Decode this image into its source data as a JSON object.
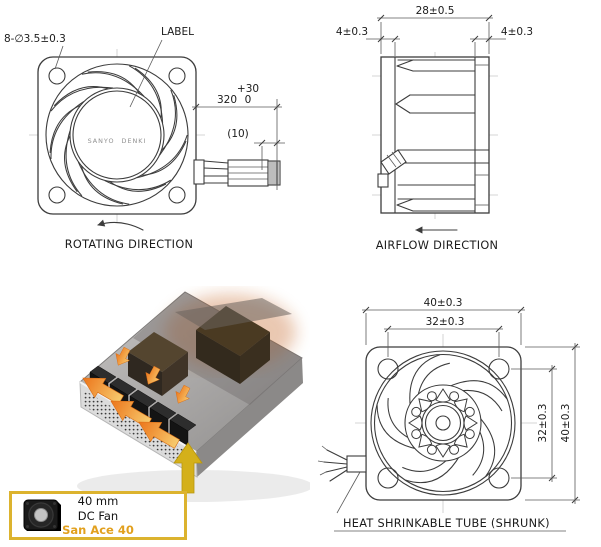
{
  "front_view": {
    "callout_holes": "8-∅3.5±0.3",
    "callout_label": "LABEL",
    "hub_brand": "SANYO DENKI",
    "dim_lead_length": "320",
    "dim_lead_tol_plus": "+30",
    "dim_lead_tol_minus": "0",
    "dim_connector": "(10)",
    "caption": "ROTATING DIRECTION"
  },
  "side_view": {
    "dim_depth": "28±0.5",
    "dim_flange_left": "4±0.3",
    "dim_flange_right": "4±0.3",
    "caption": "AIRFLOW DIRECTION"
  },
  "rear_view": {
    "dim_width": "40±0.3",
    "dim_hole_pitch": "32±0.3",
    "dim_hole_pitch_vertical": "32±0.3",
    "dim_height_vertical": "40±0.3",
    "note": "HEAT SHRINKABLE TUBE (SHRUNK)"
  },
  "application": {
    "product_size": "40 mm",
    "product_type": "DC Fan",
    "product_name": "San Ace 40"
  },
  "colors": {
    "accent_gold": "#dcb32e",
    "brand_orange": "#e2a01e",
    "arrow_orange": "#ed7d1f",
    "arrow_orange_light": "#f7c96b",
    "drawing_line": "#3c3c3c"
  }
}
